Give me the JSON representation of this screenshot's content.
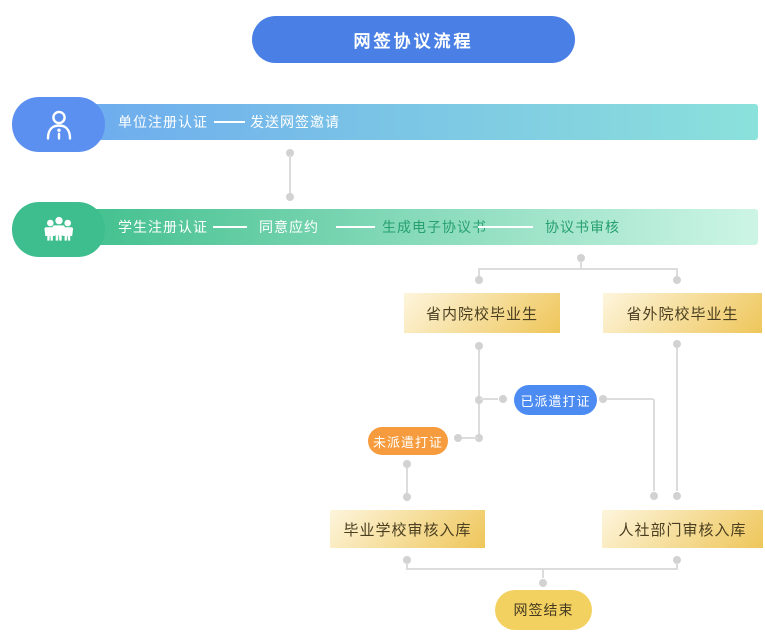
{
  "title": {
    "label": "网签协议流程"
  },
  "lanes": [
    {
      "icon": "person-icon",
      "steps": [
        {
          "label": "单位注册认证"
        },
        {
          "label": "发送网签邀请"
        }
      ]
    },
    {
      "icon": "team-icon",
      "steps": [
        {
          "label": "学生注册认证"
        },
        {
          "label": "同意应约"
        },
        {
          "label": "生成电子协议书"
        },
        {
          "label": "协议书审核"
        }
      ]
    }
  ],
  "nodes": {
    "in_province_grad": {
      "label": "省内院校毕业生"
    },
    "out_province_grad": {
      "label": "省外院校毕业生"
    },
    "dispatched": {
      "label": "已派遣打证"
    },
    "not_dispatched": {
      "label": "未派遣打证"
    },
    "school_review": {
      "label": "毕业学校审核入库"
    },
    "hr_review": {
      "label": "人社部门审核入库"
    },
    "end": {
      "label": "网签结束"
    }
  },
  "colors": {
    "title_blue": "#4A80E5",
    "employer_icon_blue": "#5C90F0",
    "employer_bar_gradient_start": "#6BA8F0",
    "employer_bar_gradient_end": "#8BE1DB",
    "student_icon_green": "#3EBE8E",
    "student_bar_gradient_start": "#38BC88",
    "student_bar_gradient_end": "#CDF5E6",
    "bar_text_green": "#27A06F",
    "node_box_gradient_start": "#FDF5DC",
    "node_box_gradient_end": "#EEC65A",
    "dispatched_pill_blue": "#4C8CF2",
    "not_dispatched_pill_orange": "#F79C3E",
    "end_pill_yellow": "#F3D160",
    "connector_gray": "#DCDCDC"
  }
}
